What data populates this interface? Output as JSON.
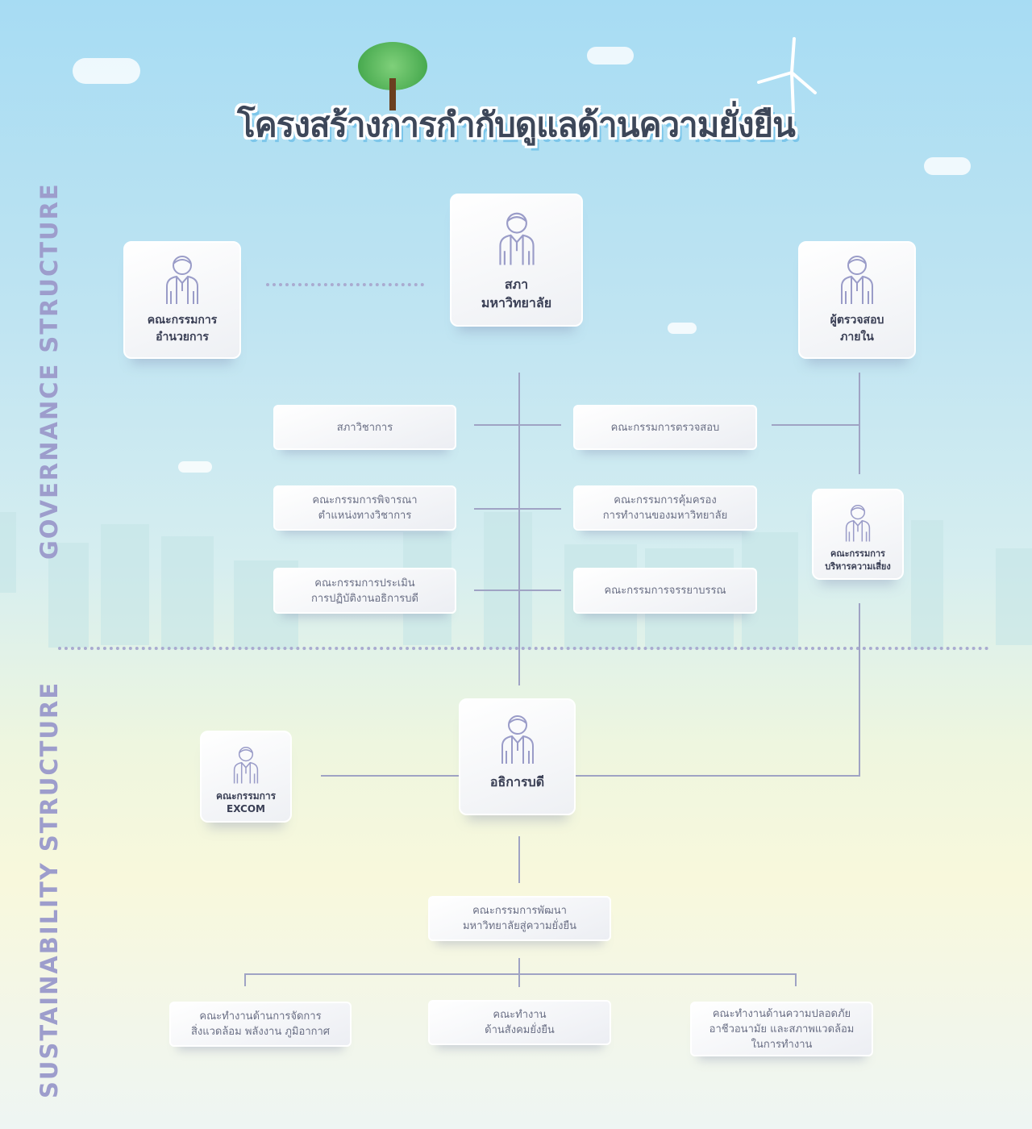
{
  "title": "โครงสร้างการกำกับดูแลด้านความยั่งยืน",
  "side_labels": {
    "governance": "GOVERNANCE STRUCTURE",
    "sustainability": "SUSTAINABILITY STRUCTURE"
  },
  "governance": {
    "steering": "คณะกรรมการ\nอำนวยการ",
    "council": "สภา\nมหาวิทยาลัย",
    "internal_audit": "ผู้ตรวจสอบ\nภายใน",
    "academic_council": "สภาวิชาการ",
    "audit_committee": "คณะกรรมการตรวจสอบ",
    "academic_position": "คณะกรรมการพิจารณา\nตำแหน่งทางวิชาการ",
    "protection": "คณะกรรมการคุ้มครอง\nการทำงานของมหาวิทยาลัย",
    "risk": "คณะกรรมการ\nบริหารความเสี่ยง",
    "president_eval": "คณะกรรมการประเมิน\nการปฏิบัติงานอธิการบดี",
    "ethics": "คณะกรรมการจรรยาบรรณ"
  },
  "sustainability": {
    "excom": "คณะกรรมการ\nEXCOM",
    "president": "อธิการบดี",
    "development": "คณะกรรมการพัฒนา\nมหาวิทยาลัยสู่ความยั่งยืน",
    "wg_environment": "คณะทำงานด้านการจัดการ\nสิ่งแวดล้อม พลังงาน ภูมิอากาศ",
    "wg_social": "คณะทำงาน\nด้านสังคมยั่งยืน",
    "wg_safety": "คณะทำงานด้านความปลอดภัย\nอาชีวอนามัย และสภาพแวดล้อม\nในการทำงาน"
  }
}
